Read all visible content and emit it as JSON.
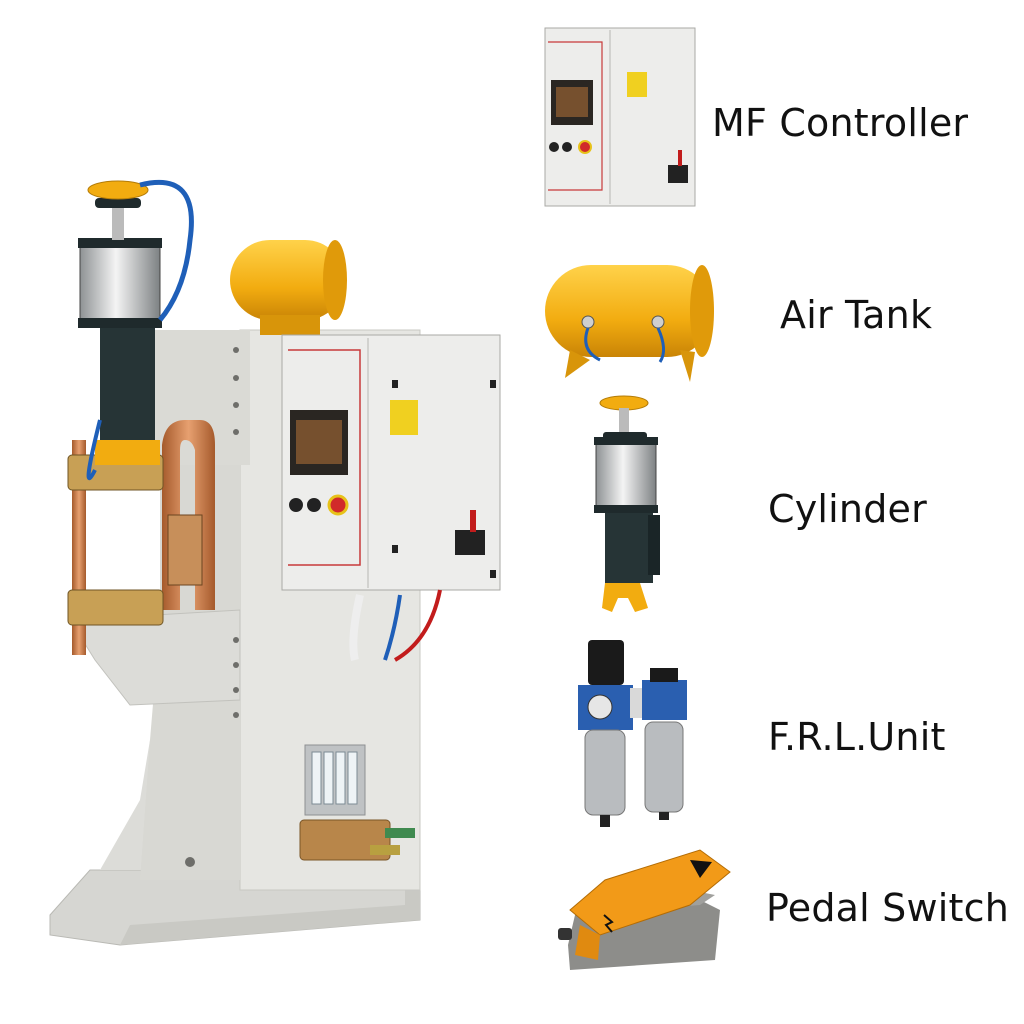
{
  "components": [
    {
      "id": "mf-controller",
      "label": "MF Controller",
      "icon": "control-cabinet"
    },
    {
      "id": "air-tank",
      "label": "Air Tank",
      "icon": "pressure-tank"
    },
    {
      "id": "cylinder",
      "label": "Cylinder",
      "icon": "pneumatic-cylinder"
    },
    {
      "id": "frl-unit",
      "label": "F.R.L.Unit",
      "icon": "filter-regulator-lubricator"
    },
    {
      "id": "pedal-switch",
      "label": "Pedal Switch",
      "icon": "foot-pedal"
    }
  ],
  "colors": {
    "machine_body": "#e3e3df",
    "accent_yellow": "#f2ac10",
    "copper": "#c87a45",
    "hose_blue": "#1f5fb8",
    "hose_red": "#c21c1c",
    "cylinder_dark": "#1f2d2f",
    "pedal_orange": "#f29a18"
  }
}
